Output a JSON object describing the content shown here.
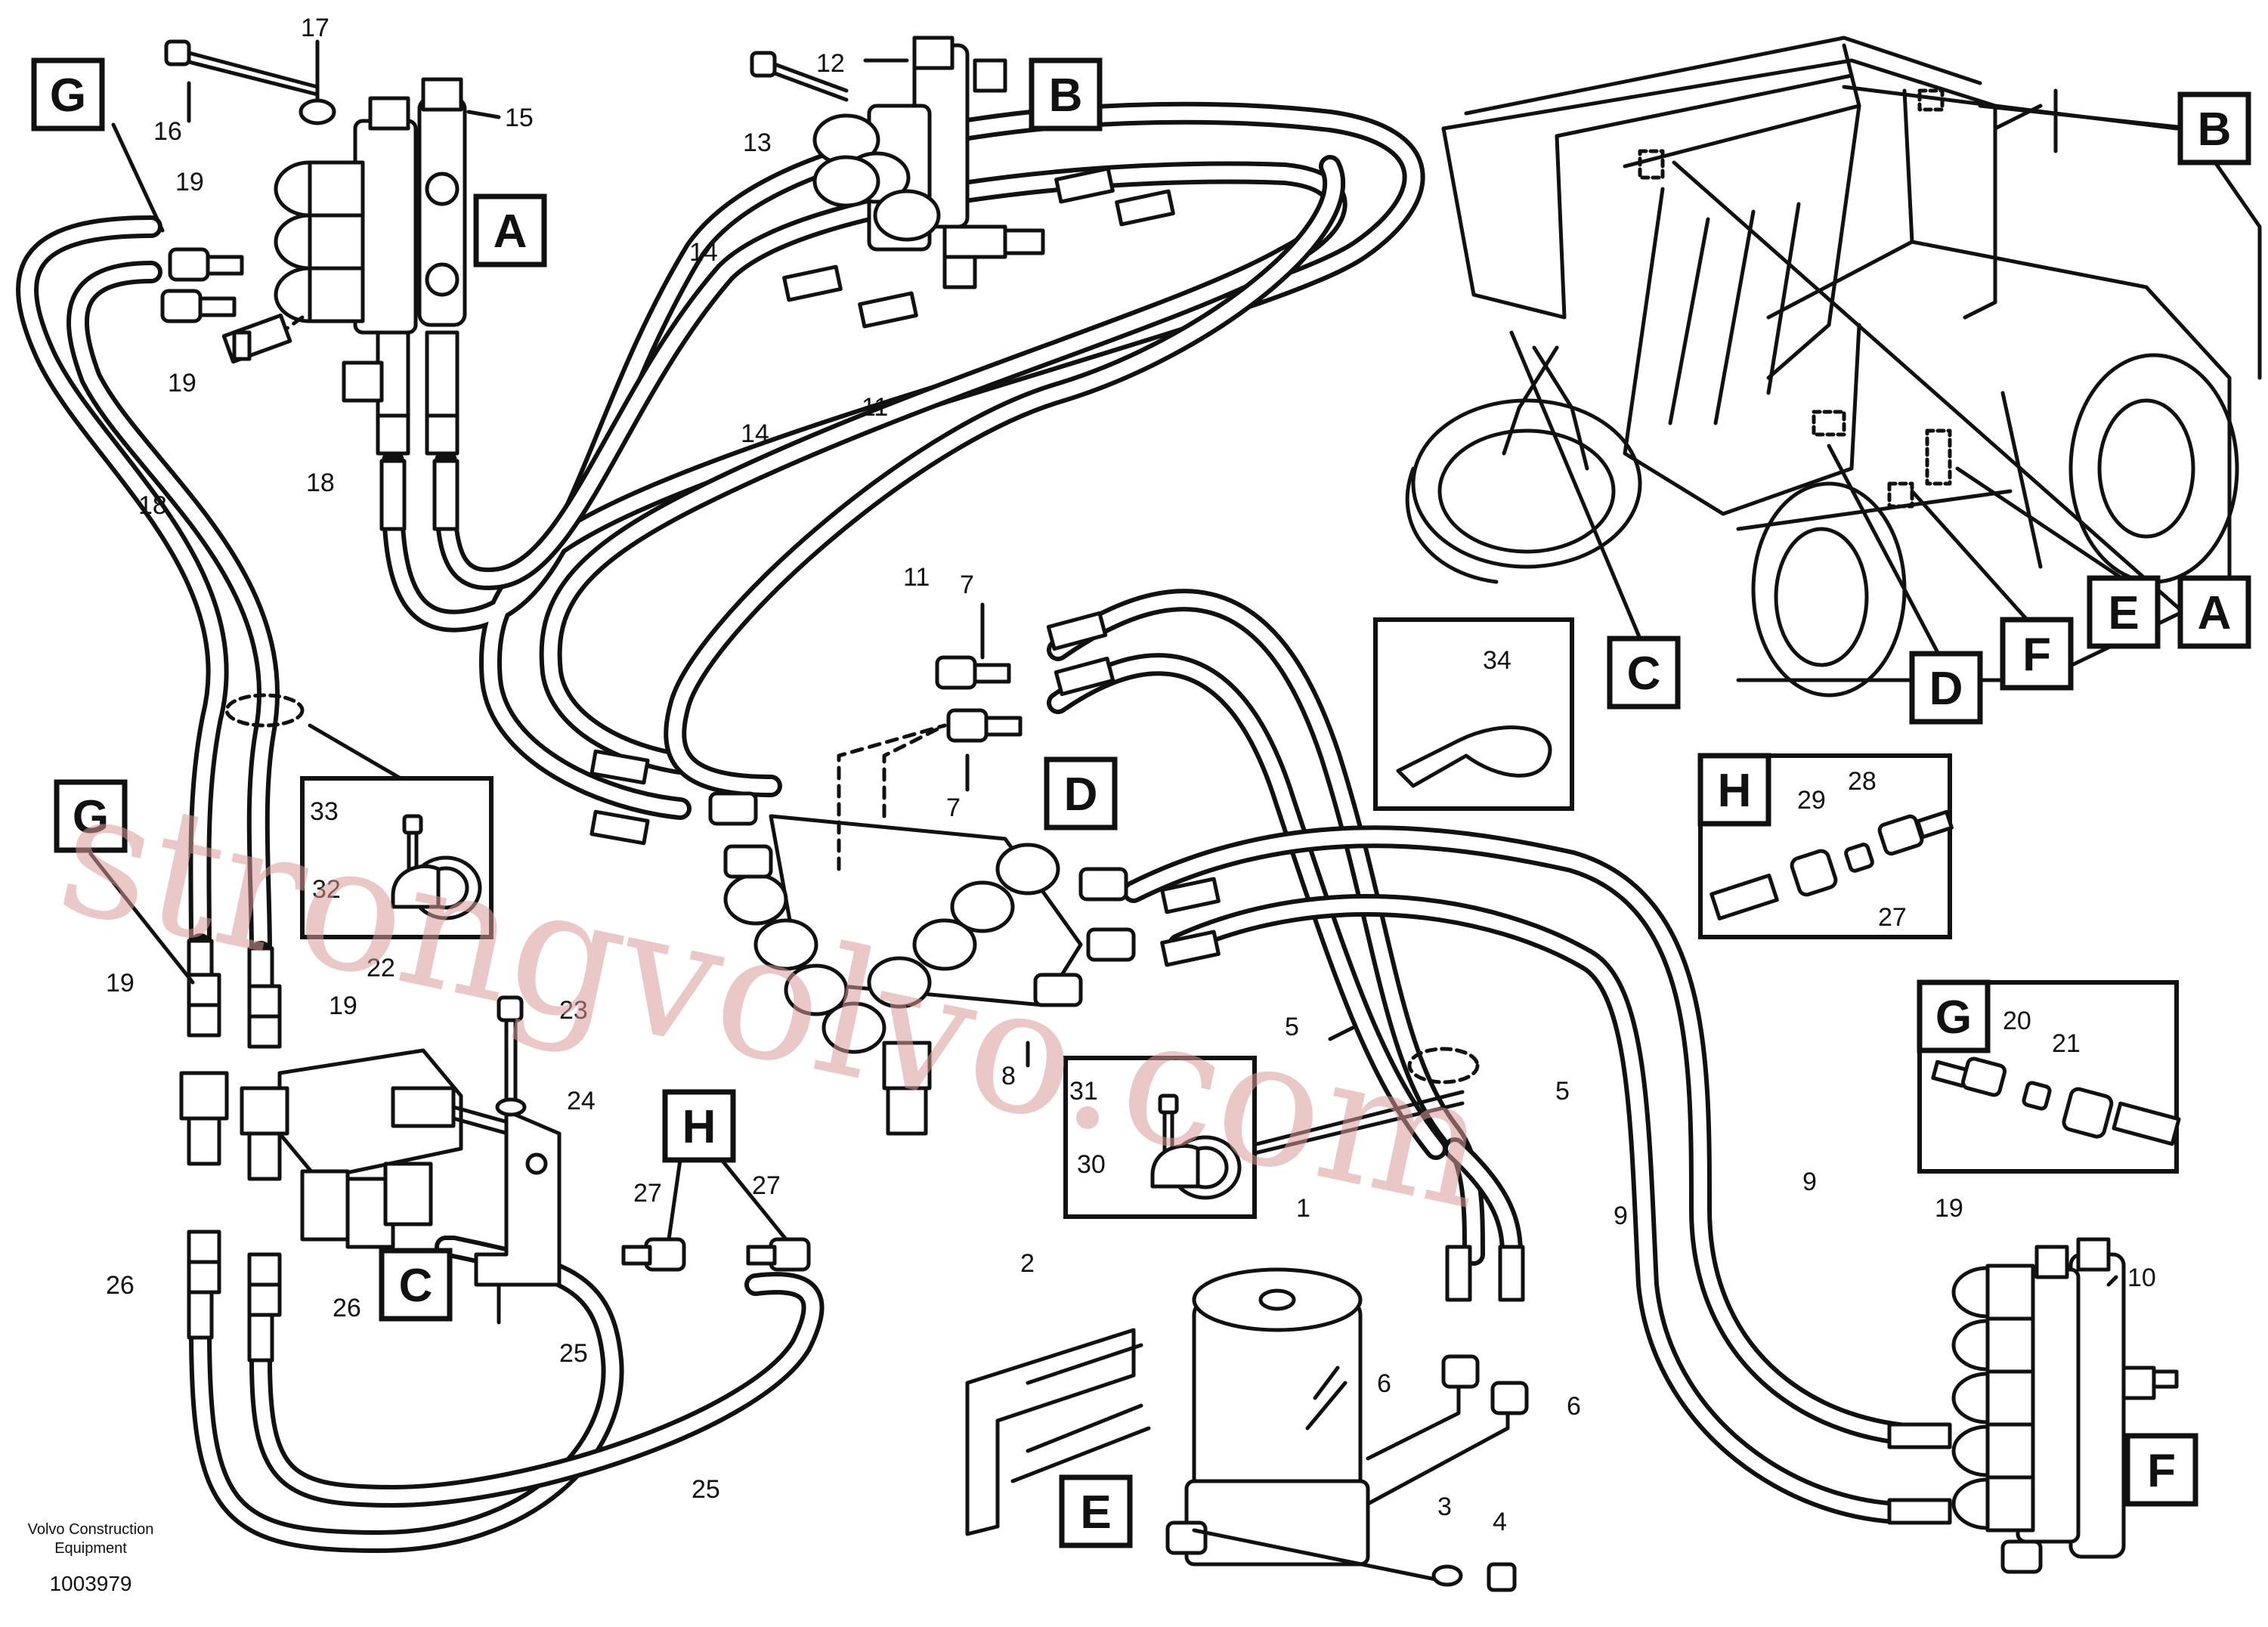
{
  "diagram": {
    "credit_line1": "Volvo Construction",
    "credit_line2": "Equipment",
    "doc_number": "1003979",
    "watermark": "strongvolvo.com",
    "colors": {
      "line": "#111111",
      "watermark": "#d99a9a",
      "background": "#ffffff"
    }
  },
  "boxes": {
    "A_main": "A",
    "B_main": "B",
    "C_main": "C",
    "D_main": "D",
    "E_main": "E",
    "F_main": "F",
    "G_top": "G",
    "G_left": "G",
    "H_mid": "H",
    "A_machine": "A",
    "B_machine": "B",
    "C_machine": "C",
    "D_machine": "D",
    "E_machine": "E",
    "F_machine": "F",
    "H_detail": "H",
    "G_detail": "G"
  },
  "parts": {
    "p1": "1",
    "p2": "2",
    "p3": "3",
    "p4": "4",
    "p5a": "5",
    "p5b": "5",
    "p6a": "6",
    "p6b": "6",
    "p7a": "7",
    "p7b": "7",
    "p8": "8",
    "p9a": "9",
    "p9b": "9",
    "p10": "10",
    "p11a": "11",
    "p11b": "11",
    "p12": "12",
    "p13": "13",
    "p14a": "14",
    "p14b": "14",
    "p15": "15",
    "p16": "16",
    "p17": "17",
    "p18a": "18",
    "p18b": "18",
    "p19a": "19",
    "p19b": "19",
    "p19c": "19",
    "p19d": "19",
    "p19e": "19",
    "p20": "20",
    "p21": "21",
    "p22": "22",
    "p23": "23",
    "p24": "24",
    "p25a": "25",
    "p25b": "25",
    "p26a": "26",
    "p26b": "26",
    "p27a": "27",
    "p27b": "27",
    "p27c": "27",
    "p28": "28",
    "p29": "29",
    "p30": "30",
    "p31": "31",
    "p32": "32",
    "p33": "33",
    "p34": "34"
  }
}
